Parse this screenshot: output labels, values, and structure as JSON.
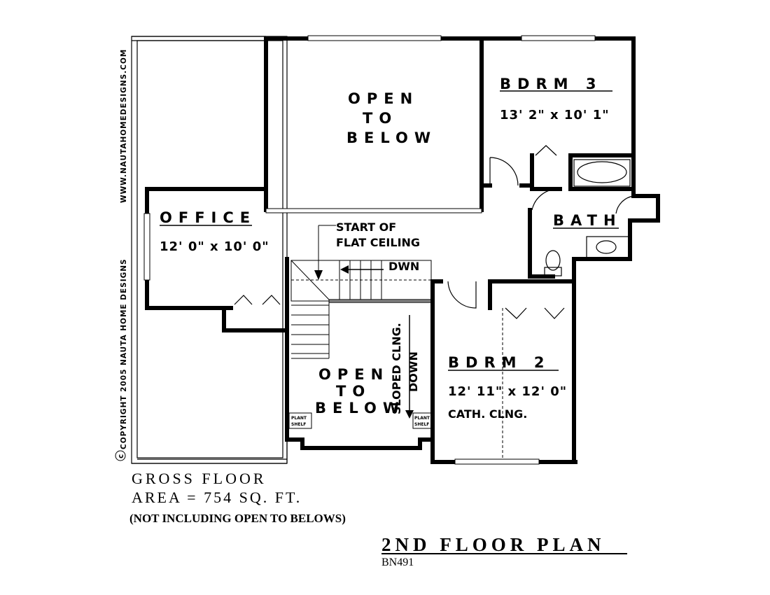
{
  "plan_title": "2ND FLOOR PLAN",
  "plan_code": "BN491",
  "gross_area_line1": "GROSS FLOOR",
  "gross_area_line2": "AREA = 754 SQ. FT.",
  "gross_area_note": "(NOT INCLUDING OPEN TO BELOWS)",
  "side_text": {
    "copyright": "COPYRIGHT 2005 NAUTA HOME DESIGNS",
    "website": "WWW.NAUTAHOMEDESIGNS.COM",
    "copyright_symbol": "c"
  },
  "rooms": {
    "open_below_top": {
      "line1": "OPEN",
      "line2": "TO",
      "line3": "BELOW"
    },
    "bdrm3": {
      "name": "BDRM 3",
      "size": "13' 2\" x 10' 1\""
    },
    "office": {
      "name": "OFFICE",
      "size": "12' 0\" x 10' 0\""
    },
    "bath": {
      "name": "BATH"
    },
    "bdrm2": {
      "name": "BDRM 2",
      "size": "12' 11\" x 12' 0\"",
      "note": "CATH. CLNG."
    },
    "open_below_bottom": {
      "line1": "OPEN",
      "line2": "TO",
      "line3": "BELOW"
    }
  },
  "annotations": {
    "start_flat_ceiling_1": "START OF",
    "start_flat_ceiling_2": "FLAT CEILING",
    "stair_down": "DWN",
    "sloped_1": "SLOPED CLNG.",
    "sloped_2": "DOWN",
    "plant_shelf_1": "PLANT",
    "plant_shelf_2": "SHELF"
  }
}
